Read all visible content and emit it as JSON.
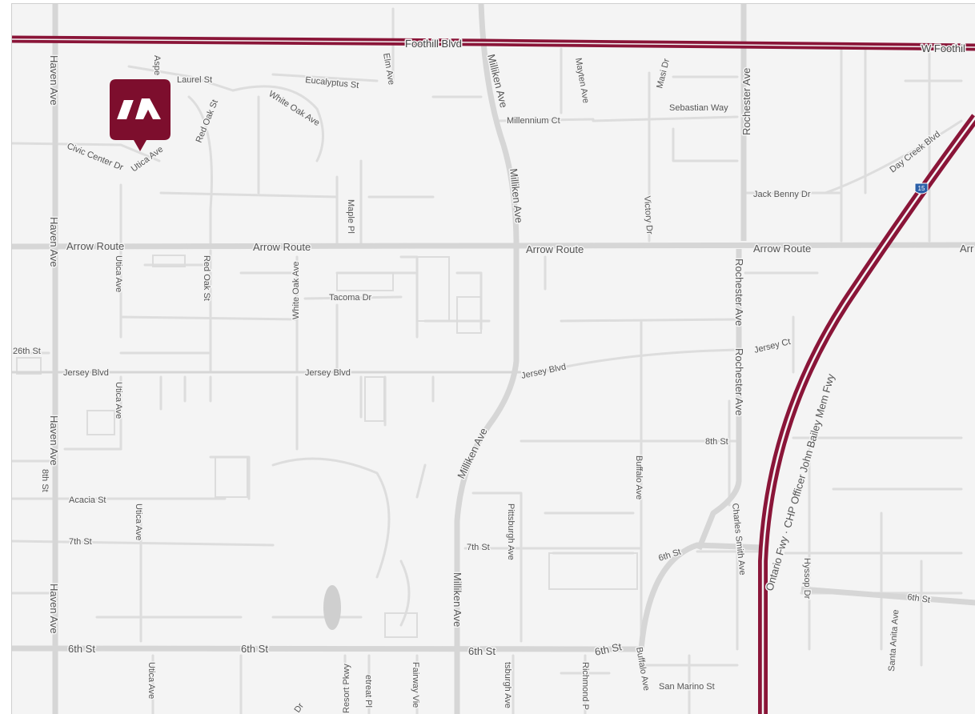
{
  "colors": {
    "background": "#f4f4f4",
    "freeway": "#8a1538",
    "major_road": "#d4d4d4",
    "minor_road": "#d7d7d7",
    "marker": "#7d0e2d"
  },
  "marker": {
    "icon": "la-logo-marker-icon"
  },
  "shield": {
    "label": "15"
  },
  "labels": {
    "foothill_blvd": "Foothill Blvd",
    "w_foothill": "W Foothil",
    "haven_ave": "Haven Ave",
    "milliken_ave": "Milliken Ave",
    "rochester_ave": "Rochester Ave",
    "arrow_route": "Arrow Route",
    "arrow_partial": "Arr",
    "jersey_blvd": "Jersey Blvd",
    "sixth_st": "6th St",
    "seventh_st": "7th St",
    "eighth_st": "8th St",
    "twenty_sixth_st": "26th St",
    "acacia_st": "Acacia St",
    "utica_ave": "Utica Ave",
    "red_oak_st": "Red Oak St",
    "white_oak_ave": "White Oak Ave",
    "tacoma_dr": "Tacoma Dr",
    "maple_pl": "Maple Pl",
    "laurel_st": "Laurel St",
    "aspen": "Aspe",
    "eucalyptus_st": "Eucalyptus St",
    "elm_ave": "Elm Ave",
    "civic_center_dr": "Civic Center Dr",
    "millennium_ct": "Millennium Ct",
    "mayten_ave": "Mayten Ave",
    "masi_dr": "Masi Dr",
    "sebastian_way": "Sebastian Way",
    "day_creek_blvd": "Day Creek Blvd",
    "jack_benny_dr": "Jack Benny Dr",
    "victory_dr": "Victory Dr",
    "jersey_ct": "Jersey Ct",
    "buffalo_ave": "Buffalo Ave",
    "charles_smith_ave": "Charles Smith Ave",
    "pittsburgh_ave": "Pittsburgh Ave",
    "pittsburgh_ave_cut": "tsburgh Ave",
    "richmond": "Richmond P",
    "resort_pkwy": "Resort Pkwy",
    "retreat_pl": "etreat Pl",
    "fairway_view": "Fairway Vie",
    "dr_fragment": "Dr",
    "san_marino_st": "San Marino St",
    "hyssop_dr": "Hyssop Dr",
    "santa_anita_ave": "Santa Anita Ave",
    "ontario_fwy": "Ontario Fwy · CHP Officer John Bailey Mem Fwy"
  }
}
